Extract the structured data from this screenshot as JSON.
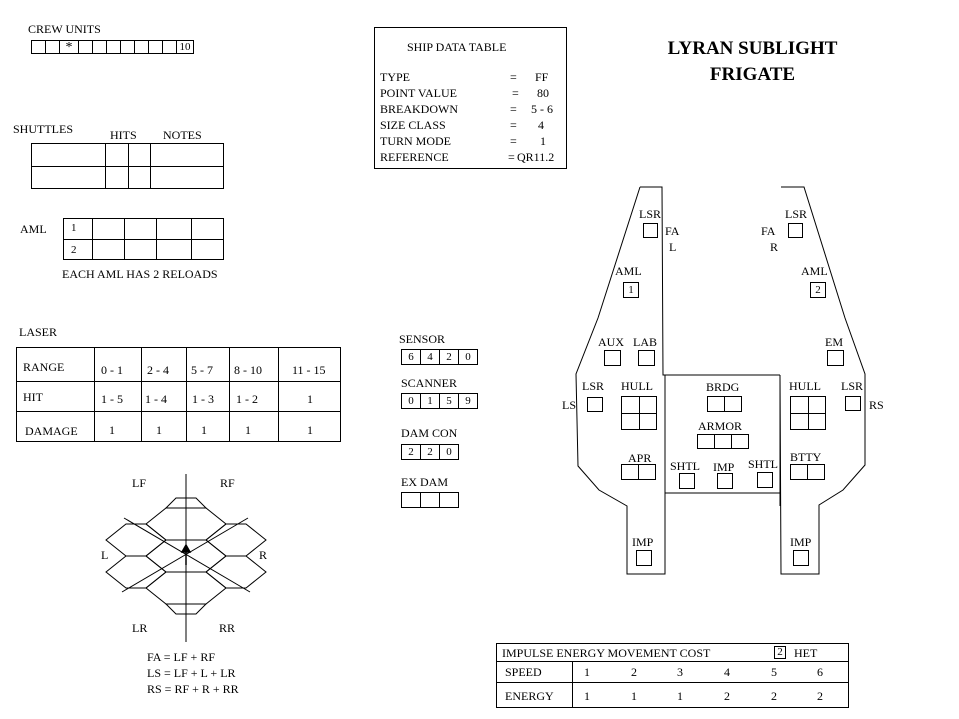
{
  "header": {
    "title_line1": "LYRAN SUBLIGHT",
    "title_line2": "FRIGATE"
  },
  "crew_units": {
    "label": "CREW UNITS",
    "marker": "*",
    "max": "10"
  },
  "shuttles": {
    "label": "SHUTTLES",
    "col_hits": "HITS",
    "col_notes": "NOTES"
  },
  "aml": {
    "label": "AML",
    "rows": [
      "1",
      "2"
    ],
    "note": "EACH AML HAS 2 RELOADS"
  },
  "ship_data": {
    "title": "SHIP DATA  TABLE",
    "rows": [
      {
        "label": "TYPE",
        "eq": "=",
        "value": "FF"
      },
      {
        "label": "POINT VALUE",
        "eq": "=",
        "value": "80"
      },
      {
        "label": "BREAKDOWN",
        "eq": "=",
        "value": "5 - 6"
      },
      {
        "label": "SIZE CLASS",
        "eq": "=",
        "value": "4"
      },
      {
        "label": "TURN MODE",
        "eq": "=",
        "value": "1"
      },
      {
        "label": "REFERENCE",
        "eq": "=",
        "value": "QR11.2"
      }
    ]
  },
  "laser": {
    "label": "LASER",
    "range_label": "RANGE",
    "hit_label": "HIT",
    "damage_label": "DAMAGE",
    "ranges": [
      "0 - 1",
      "2 - 4",
      "5 - 7",
      "8 - 10",
      "11 - 15"
    ],
    "hits": [
      "1 - 5",
      "1 - 4",
      "1 - 3",
      "1 - 2",
      "1"
    ],
    "damage": [
      "1",
      "1",
      "1",
      "1",
      "1"
    ]
  },
  "systems": {
    "sensor_label": "SENSOR",
    "sensor": [
      "6",
      "4",
      "2",
      "0"
    ],
    "scanner_label": "SCANNER",
    "scanner": [
      "0",
      "1",
      "5",
      "9"
    ],
    "damcon_label": "DAM CON",
    "damcon": [
      "2",
      "2",
      "0"
    ],
    "exdam_label": "EX DAM"
  },
  "arcs": {
    "lf": "LF",
    "rf": "RF",
    "l": "L",
    "r": "R",
    "lr": "LR",
    "rr": "RR",
    "formula_fa": "FA = LF + RF",
    "formula_ls": "LS = LF + L + LR",
    "formula_rs": "RS = RF + R + RR"
  },
  "ssd": {
    "lsr": "LSR",
    "fal_1": "FA",
    "fal_2": "L",
    "far_1": "FA",
    "far_2": "R",
    "aml": "AML",
    "aml_1": "1",
    "aml_2": "2",
    "aux": "AUX",
    "lab": "LAB",
    "em": "EM",
    "hull": "HULL",
    "brdg": "BRDG",
    "armor": "ARMOR",
    "ls": "LS",
    "rs": "RS",
    "apr": "APR",
    "shtl": "SHTL",
    "imp": "IMP",
    "btty": "BTTY"
  },
  "movement": {
    "title": "IMPULSE ENERGY MOVEMENT COST",
    "het_value": "2",
    "het_label": "HET",
    "speed_label": "SPEED",
    "energy_label": "ENERGY",
    "speeds": [
      "1",
      "2",
      "3",
      "4",
      "5",
      "6"
    ],
    "energy": [
      "1",
      "1",
      "1",
      "2",
      "2",
      "2"
    ]
  }
}
